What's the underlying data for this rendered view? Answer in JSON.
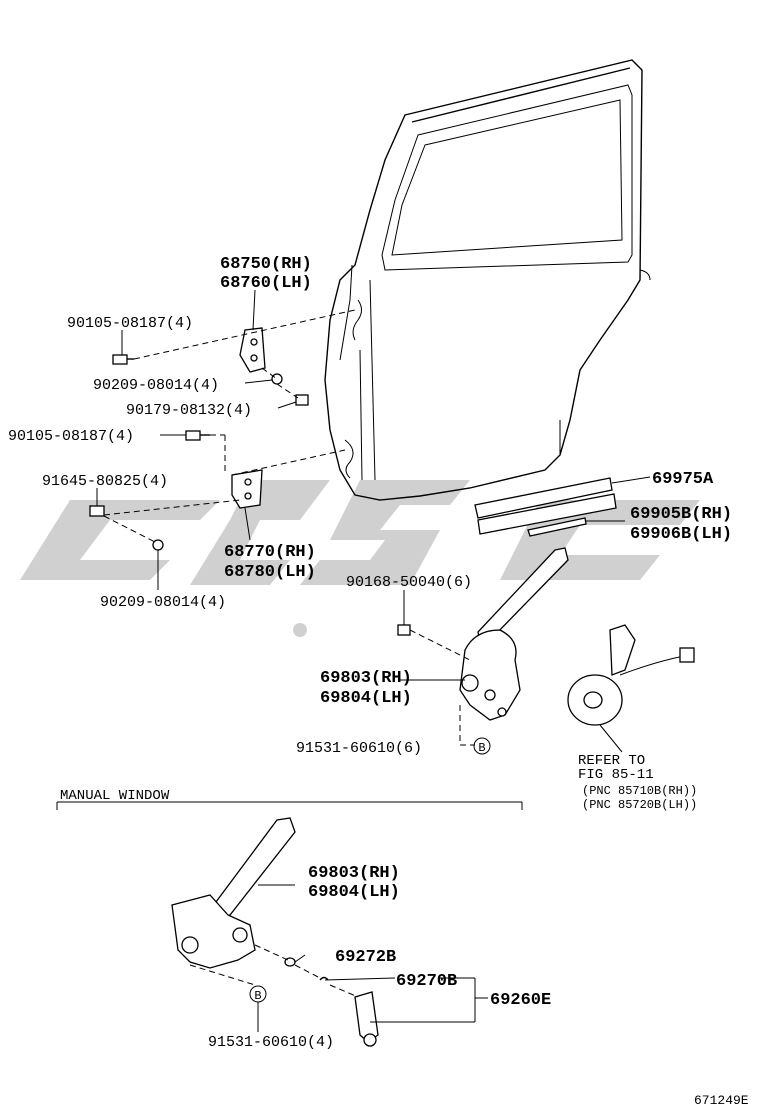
{
  "labels": {
    "p68750": "68750(RH)",
    "p68760": "68760(LH)",
    "p90105a": "90105-08187(4)",
    "p90209a": "90209-08014(4)",
    "p90179": "90179-08132(4)",
    "p90105b": "90105-08187(4)",
    "p91645": "91645-80825(4)",
    "p68770": "68770(RH)",
    "p68780": "68780(LH)",
    "p90209b": "90209-08014(4)",
    "p69975a": "69975A",
    "p69905b": "69905B(RH)",
    "p69906b": "69906B(LH)",
    "p90168": "90168-50040(6)",
    "p69803a": "69803(RH)",
    "p69804a": "69804(LH)",
    "p91531a": "91531-60610(6)",
    "refer1": "REFER TO",
    "refer2": "FIG 85-11",
    "refer3": "(PNC 85710B(RH))",
    "refer4": "(PNC 85720B(LH))",
    "manual": "MANUAL WINDOW",
    "p69803b": "69803(RH)",
    "p69804b": "69804(LH)",
    "p69272b": "69272B",
    "p69270b": "69270B",
    "p69260e": "69260E",
    "p91531b": "91531-60610(4)",
    "ref_b1": "B",
    "ref_b2": "B",
    "code": "671249E"
  }
}
